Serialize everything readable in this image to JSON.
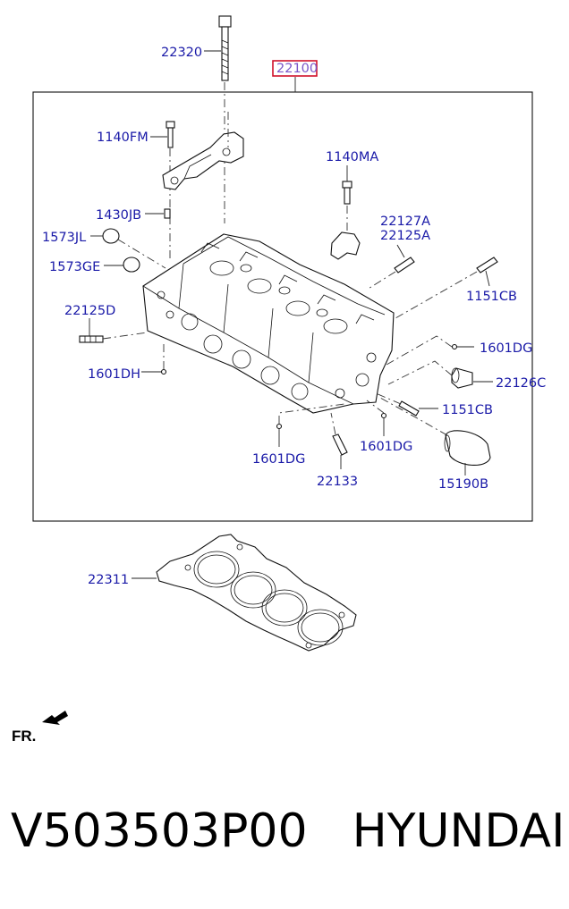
{
  "colors": {
    "label": "#1a1aa8",
    "highlight_box": "#d0102a",
    "highlight_text": "#7a55c8"
  },
  "labels": {
    "p22320": "22320",
    "p22100": "22100",
    "p1140FM": "1140FM",
    "p1140MA": "1140MA",
    "p1430JB": "1430JB",
    "p1573JL": "1573JL",
    "p22127A": "22127A",
    "p22125A": "22125A",
    "p1573GE": "1573GE",
    "p1151CB_top": "1151CB",
    "p22125D": "22125D",
    "p1601DG_right": "1601DG",
    "p1601DH": "1601DH",
    "p22126C": "22126C",
    "p1151CB_bottom": "1151CB",
    "p1601DG_center": "1601DG",
    "p1601DG_left": "1601DG",
    "p22133": "22133",
    "p15190B": "15190B",
    "p22311": "22311",
    "fr": "FR."
  },
  "footer": {
    "part_number": "V503503P00",
    "brand": "HYUNDAI"
  }
}
